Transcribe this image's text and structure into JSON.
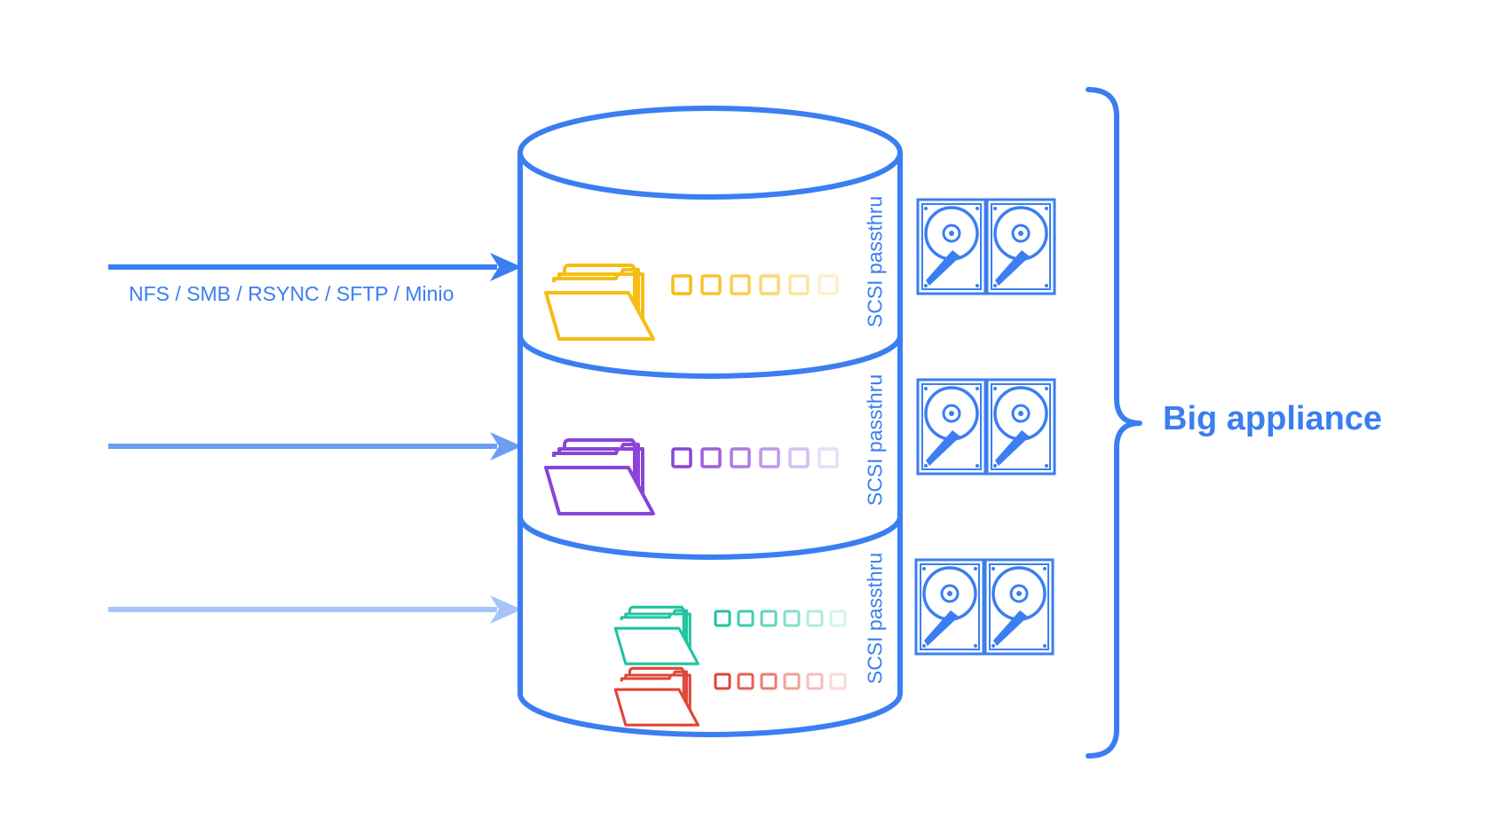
{
  "colors": {
    "accent": "#3b7ef1",
    "folder_yellow": "#f6bd16",
    "folder_purple": "#8a45d6",
    "folder_teal": "#1fc4a0",
    "folder_red": "#e04536"
  },
  "labels": {
    "protocols": "NFS / SMB / RSYNC / SFTP / Minio",
    "appliance": "Big appliance",
    "passthru": [
      "SCSI passthru",
      "SCSI passthru",
      "SCSI passthru"
    ]
  },
  "icons": [
    "arrow-icon",
    "folder-icon",
    "hard-drive-icon",
    "curly-brace-icon"
  ]
}
